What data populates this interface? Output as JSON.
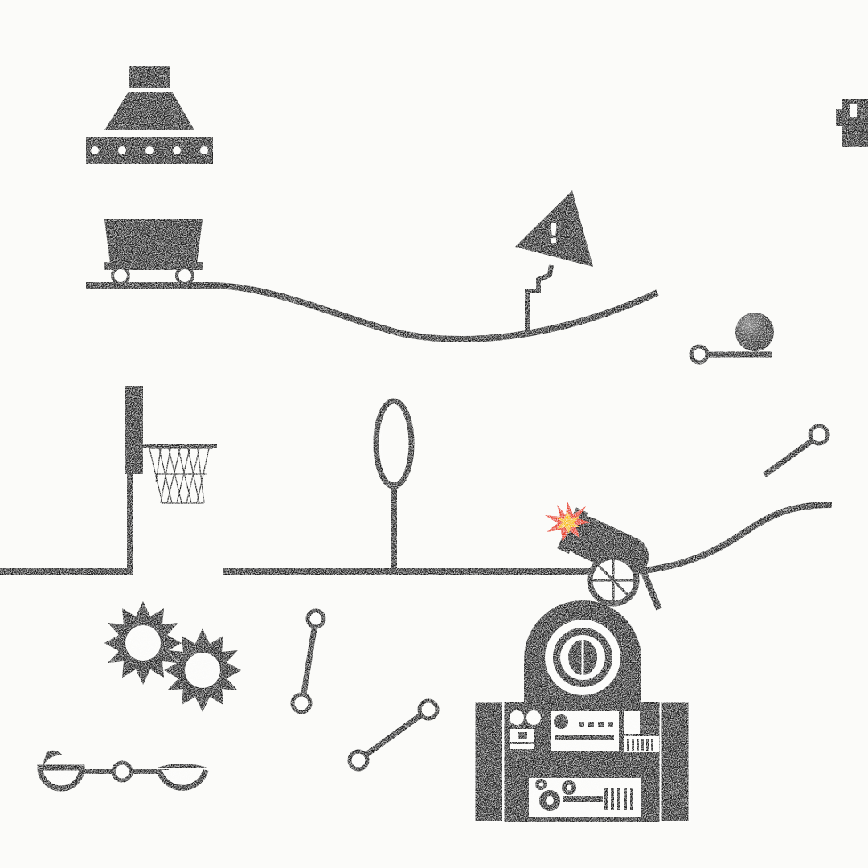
{
  "game": {
    "theme": "ink-on-paper puzzle contraption",
    "ink_color": "#1a1a1a",
    "paper_color": "#fbfbf9",
    "spark_colors": [
      "#e8432a",
      "#f7c21b"
    ],
    "warning_glyph": "!",
    "pieces": [
      {
        "id": "hopper-dispenser",
        "icon": "conveyor-hopper-icon"
      },
      {
        "id": "mine-cart",
        "icon": "mine-cart-icon"
      },
      {
        "id": "wavy-track",
        "icon": "track-icon"
      },
      {
        "id": "warning-sign",
        "icon": "warning-sign-icon"
      },
      {
        "id": "ball-launcher",
        "icon": "ball-on-lever-icon"
      },
      {
        "id": "basketball-hoop",
        "icon": "hoop-icon"
      },
      {
        "id": "ring-target",
        "icon": "ring-icon"
      },
      {
        "id": "cannon",
        "icon": "cannon-icon"
      },
      {
        "id": "curved-ramp",
        "icon": "ramp-icon"
      },
      {
        "id": "short-lever",
        "icon": "lever-icon"
      },
      {
        "id": "spiked-gears",
        "icon": "gear-pair-icon"
      },
      {
        "id": "vertical-link",
        "icon": "link-icon"
      },
      {
        "id": "diagonal-link",
        "icon": "link-icon"
      },
      {
        "id": "catapult-scoop",
        "icon": "seesaw-scoop-icon"
      },
      {
        "id": "machine-cabinet",
        "icon": "machine-icon"
      },
      {
        "id": "partial-block",
        "icon": "block-icon"
      }
    ]
  }
}
